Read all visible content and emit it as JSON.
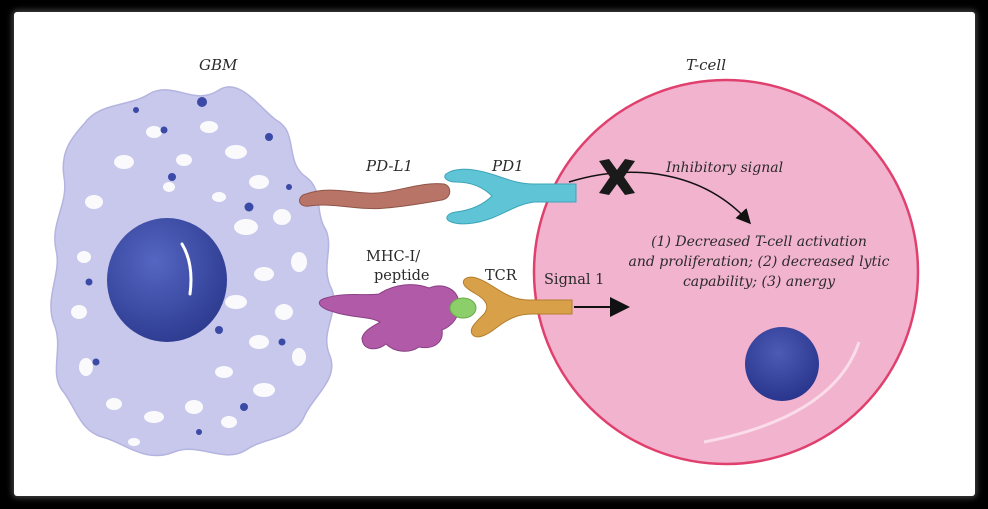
{
  "labels": {
    "gbm": "GBM",
    "tcell": "T-cell",
    "pdl1": "PD-L1",
    "pd1": "PD1",
    "inhibitory": "Inhibitory signal",
    "mhc_line1": "MHC-I/",
    "mhc_line2": "peptide",
    "tcr": "TCR",
    "signal1": "Signal 1",
    "effects_line1": "(1) Decreased T-cell activation",
    "effects_line2": "and proliferation; (2) decreased lytic",
    "effects_line3": "capability; (3) anergy"
  },
  "colors": {
    "gbm_cell": "#c8c8ec",
    "gbm_nucleus": "#3b4aa6",
    "tcell": "#f2b3ce",
    "tcell_border": "#e0406e",
    "tcell_nucleus": "#3a489f",
    "pdl1": "#b87466",
    "pd1": "#5ec4d6",
    "mhc": "#b05aa8",
    "peptide": "#8ccf6a",
    "tcr": "#d9a04a",
    "inhibit_x": "#1a1a1a"
  },
  "icons": {
    "block": "x-mark-icon",
    "arrow": "arrow-right-icon"
  }
}
